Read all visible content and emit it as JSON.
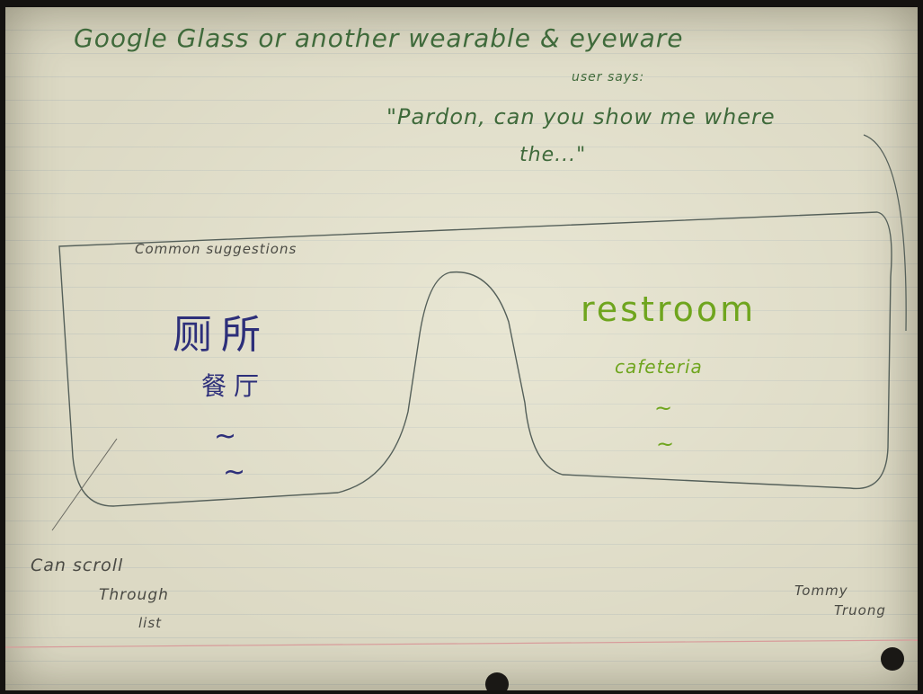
{
  "header": {
    "title": "Google Glass or another wearable & eyeware",
    "user_says_label": "user says:",
    "quote_line1": "\"Pardon, can you show me where",
    "quote_line2": "the...\""
  },
  "left_lens": {
    "label": "Common suggestions",
    "item1": "厕所",
    "item2": "餐厅",
    "item3": "~",
    "item4": "~"
  },
  "right_lens": {
    "item1": "restroom",
    "item2": "cafeteria",
    "item3": "~",
    "item4": "~"
  },
  "annotations": {
    "scroll_note_line1": "Can scroll",
    "scroll_note_line2": "Through",
    "scroll_note_line3": "list"
  },
  "signature": {
    "line1": "Tommy",
    "line2": "Truong"
  },
  "colors": {
    "paper": "#dcd9c4",
    "title_ink": "#3f6a3b",
    "right_lens_ink": "#6fa51e",
    "left_lens_ink": "#2d2f7a"
  }
}
